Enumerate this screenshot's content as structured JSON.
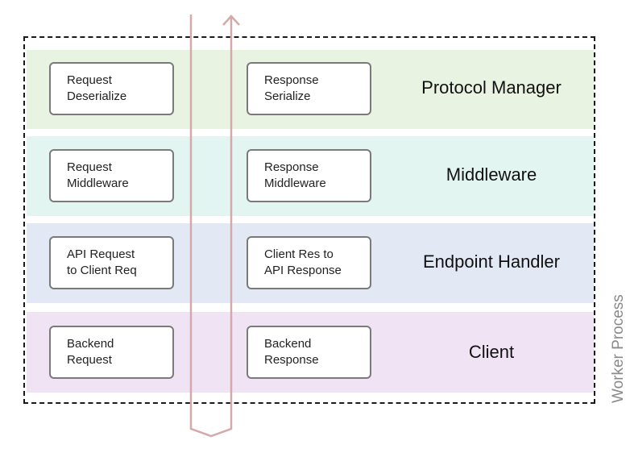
{
  "layers": [
    {
      "name": "Protocol Manager",
      "request_lines": [
        "Request",
        "Deserialize"
      ],
      "response_lines": [
        "Response",
        "Serialize"
      ],
      "color": "#e8f4e1"
    },
    {
      "name": "Middleware",
      "request_lines": [
        "Request",
        "Middleware"
      ],
      "response_lines": [
        "Response",
        "Middleware"
      ],
      "color": "#e3f5f1"
    },
    {
      "name": "Endpoint Handler",
      "request_lines": [
        "API Request",
        "to Client Req"
      ],
      "response_lines": [
        "Client Res to",
        "API Response"
      ],
      "color": "#e2e9f5"
    },
    {
      "name": "Client",
      "request_lines": [
        "Backend",
        "Request"
      ],
      "response_lines": [
        "Backend",
        "Response"
      ],
      "color": "#efe3f4"
    }
  ],
  "container_label": "Worker Process",
  "arrow_color": "#d4a9a9"
}
